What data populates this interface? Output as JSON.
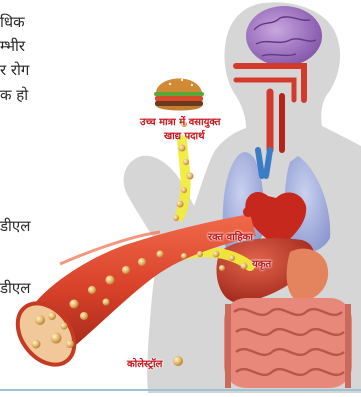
{
  "left_text": {
    "lines": [
      "धिक",
      "म्भीर",
      "र रोग",
      "क हो",
      "डीएल",
      "डीएल"
    ]
  },
  "labels": {
    "food_line1": "उच्च मात्रा में वसायुक्त",
    "food_line2": "खाद्य पदार्थ",
    "blood_vessel": "रक्त वाहिका",
    "liver": "यकृत",
    "cholesterol": "कोलेस्ट्रॉल"
  },
  "colors": {
    "silhouette": "#d5d5d5",
    "artery": "#d9442a",
    "fat_particle": "#d9a85a",
    "fat_path": "#f2ec3a",
    "label_text": "#c4161c",
    "brain": "#8e5fb2",
    "lungs": "#8f9fd6"
  }
}
